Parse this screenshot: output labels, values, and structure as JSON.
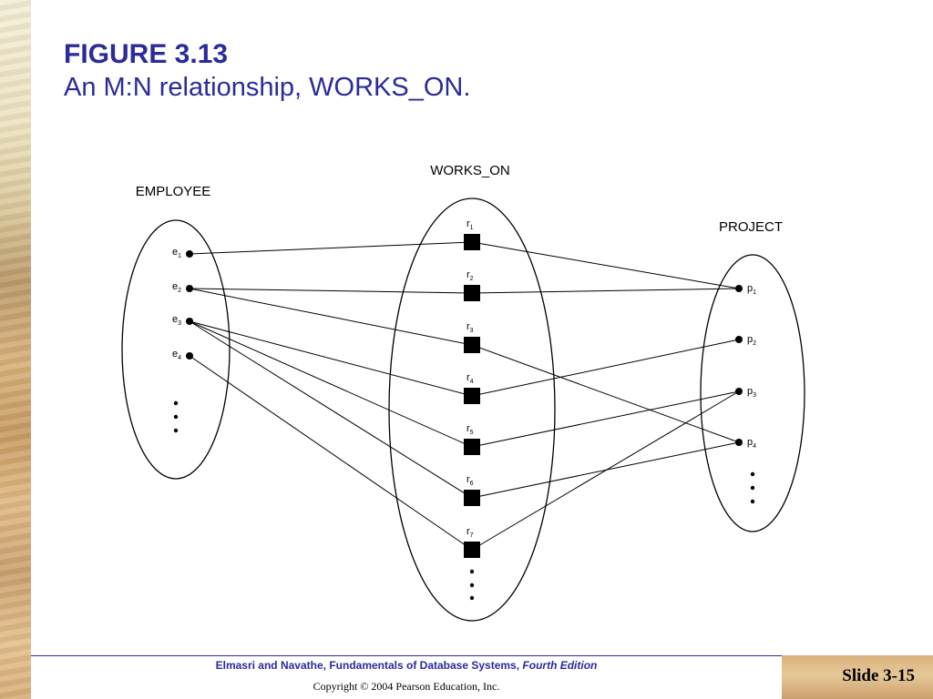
{
  "slide": {
    "title": "FIGURE 3.13",
    "subtitle": "An M:N relationship, WORKS_ON."
  },
  "diagram": {
    "entity1": "EMPLOYEE",
    "relationship": "WORKS_ON",
    "entity2": "PROJECT",
    "employees": [
      {
        "base": "e",
        "sub": "1"
      },
      {
        "base": "e",
        "sub": "2"
      },
      {
        "base": "e",
        "sub": "3"
      },
      {
        "base": "e",
        "sub": "4"
      }
    ],
    "relationships": [
      {
        "base": "r",
        "sub": "1"
      },
      {
        "base": "r",
        "sub": "2"
      },
      {
        "base": "r",
        "sub": "3"
      },
      {
        "base": "r",
        "sub": "4"
      },
      {
        "base": "r",
        "sub": "5"
      },
      {
        "base": "r",
        "sub": "6"
      },
      {
        "base": "r",
        "sub": "7"
      }
    ],
    "projects": [
      {
        "base": "p",
        "sub": "1"
      },
      {
        "base": "p",
        "sub": "2"
      },
      {
        "base": "p",
        "sub": "3"
      },
      {
        "base": "p",
        "sub": "4"
      }
    ],
    "links": [
      {
        "relationship": 1,
        "employee": 1,
        "project": 1
      },
      {
        "relationship": 2,
        "employee": 2,
        "project": 1
      },
      {
        "relationship": 3,
        "employee": 2,
        "project": 4
      },
      {
        "relationship": 4,
        "employee": 3,
        "project": 2
      },
      {
        "relationship": 5,
        "employee": 3,
        "project": 3
      },
      {
        "relationship": 6,
        "employee": 3,
        "project": 4
      },
      {
        "relationship": 7,
        "employee": 4,
        "project": 3
      }
    ]
  },
  "footer": {
    "authors": "Elmasri and Navathe, Fundamentals of Database Systems, ",
    "edition": "Fourth Edition",
    "copyright": "Copyright © 2004 Pearson Education, Inc.",
    "slide_number": "Slide 3-15"
  }
}
